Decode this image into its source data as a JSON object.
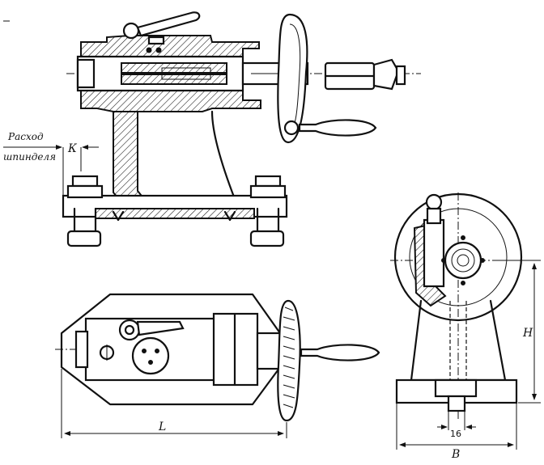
{
  "labels": {
    "spindle_travel_line1": "Расход",
    "spindle_travel_line2": "шпинделя",
    "dim_k": "К",
    "dim_l": "L",
    "dim_h": "H",
    "dim_b": "B",
    "dim_16": "16"
  },
  "colors": {
    "ink": "#111111",
    "paper": "#ffffff"
  }
}
